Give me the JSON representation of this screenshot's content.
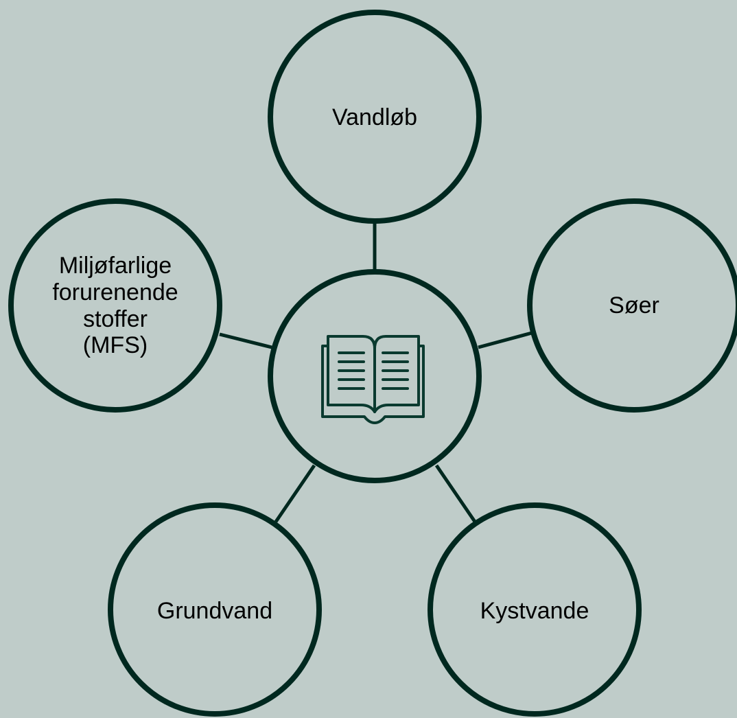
{
  "diagram": {
    "center_icon": "open-book-icon",
    "nodes": {
      "top": {
        "label": "Vandløb"
      },
      "right": {
        "label": "Søer"
      },
      "bottom_right": {
        "label": "Kystvande"
      },
      "bottom_left": {
        "label": "Grundvand"
      },
      "left": {
        "lines": [
          "Miljøfarlige",
          "forurenende",
          "stoffer",
          "(MFS)"
        ]
      }
    }
  },
  "colors": {
    "background": "#bfccc9",
    "stroke": "#00281f",
    "text": "#000000"
  }
}
